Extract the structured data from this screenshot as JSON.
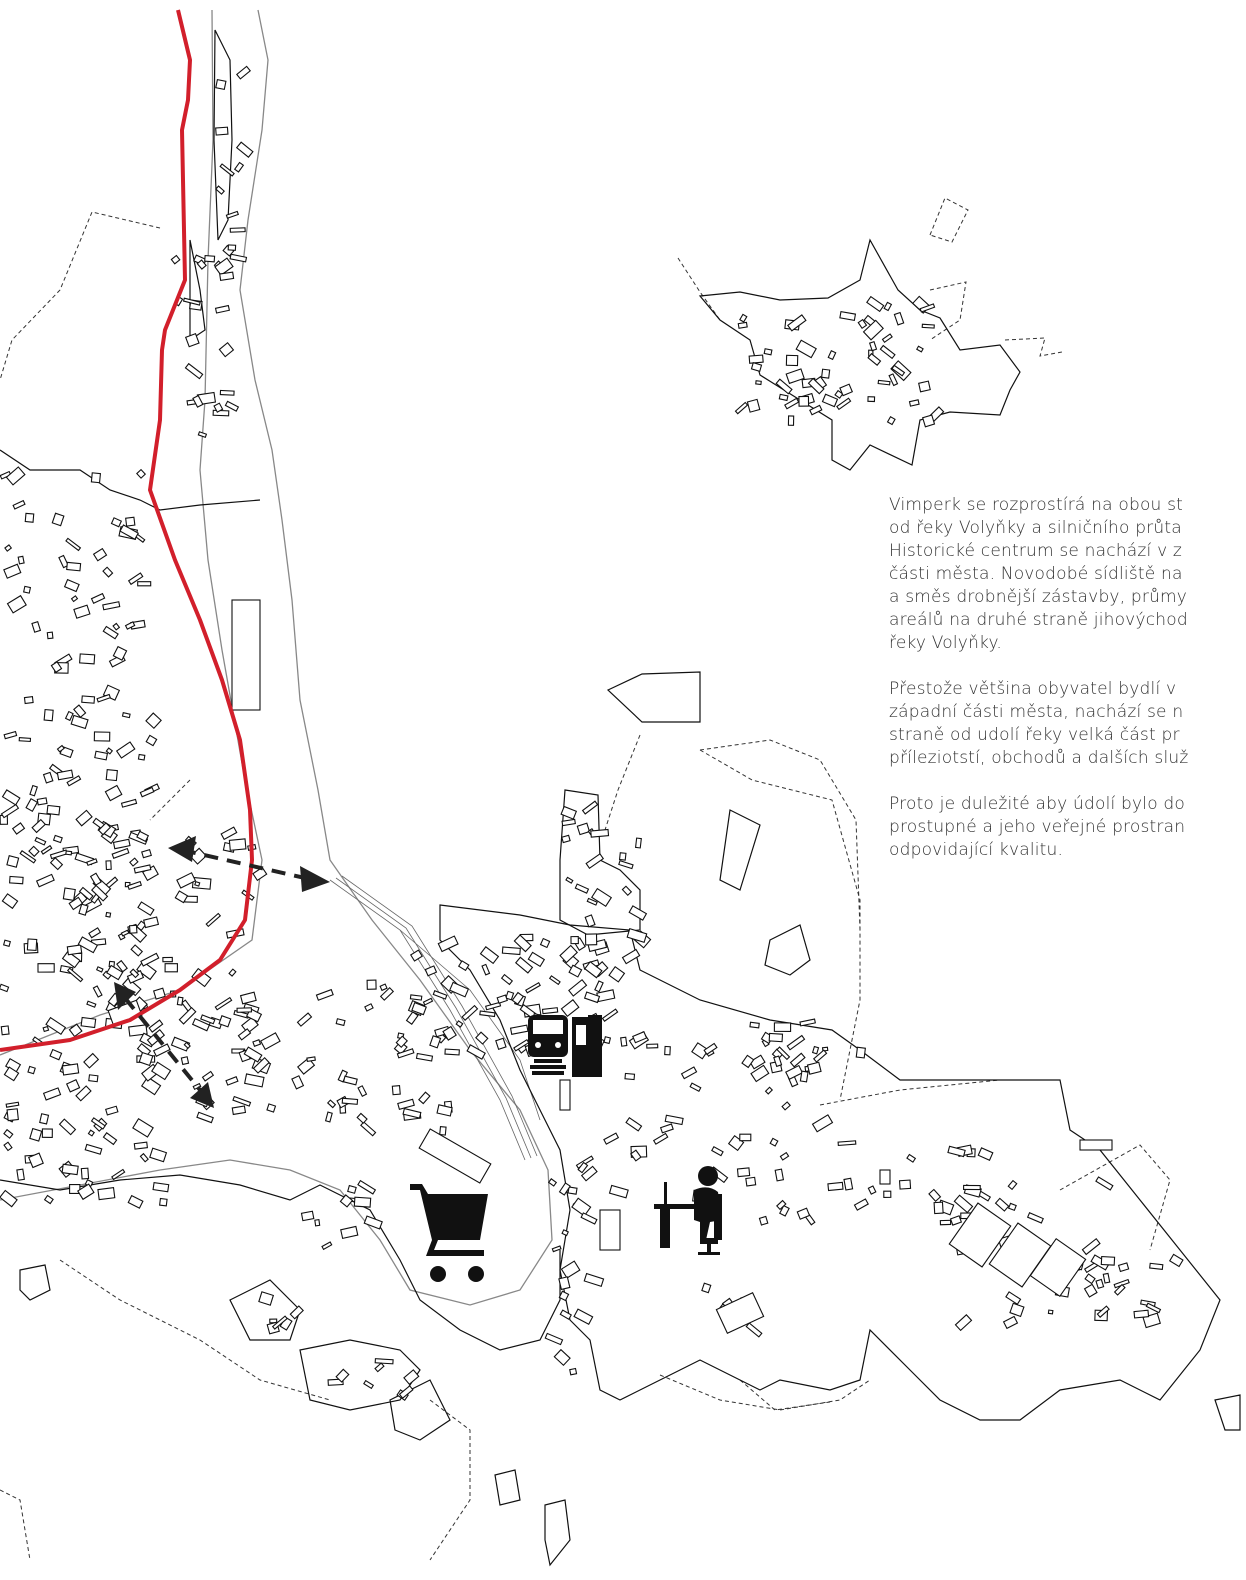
{
  "description_text": {
    "paragraphs": [
      {
        "lines": [
          "Vimperk se rozprostírá na obou st",
          "od řeky Volyňky a silničního průta",
          "Historické centrum se nachází v z",
          "části města. Novodobé sídliště na",
          "a směs drobnější zástavby, průmy",
          "areálů na druhé straně jihovýchod",
          "řeky Volyňky."
        ]
      },
      {
        "lines": [
          "Přestože většina obyvatel bydlí v",
          "západní části města, nachází se n",
          "straně od udolí řeky velká část pr",
          "příleziotstí, obchodů a dalších služ"
        ]
      },
      {
        "lines": [
          "Proto je duležité aby údolí bylo do",
          "prostupné a jeho veřejné prostran",
          "odpovidající kvalitu."
        ]
      }
    ]
  },
  "map": {
    "colors": {
      "road": "#d21f2b",
      "river": "#888888",
      "buildings": "#111111",
      "arrows": "#222222",
      "icons": "#111111"
    },
    "icons": [
      "train-station-icon",
      "shopping-cart-icon",
      "office-worker-icon"
    ],
    "arrows": [
      "connection-arrow-north",
      "connection-arrow-south"
    ]
  }
}
